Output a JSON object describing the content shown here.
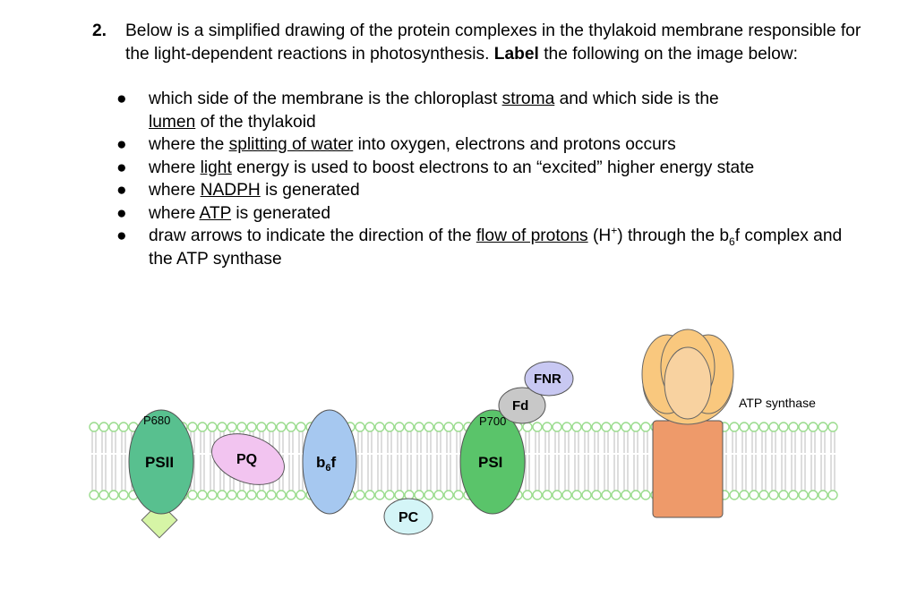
{
  "question": {
    "number": "2.",
    "intro_pre": "Below is a simplified drawing of the protein complexes in the thylakoid membrane responsible for the light-dependent reactions in photosynthesis.",
    "intro_bold": "Label",
    "intro_post": "the following on the image below:",
    "bullets": [
      {
        "pre": "which side of the membrane is the chloroplast ",
        "u1": "stroma",
        "mid": " and which side is the ",
        "u2": "lumen",
        "post": " of the thylakoid"
      },
      {
        "pre": "where the ",
        "u1": "splitting of water",
        "post": " into oxygen, electrons and protons occurs"
      },
      {
        "pre": "where ",
        "u1": "light",
        "post": " energy is used to boost electrons to an “excited” higher energy state"
      },
      {
        "pre": "where ",
        "u1": "NADPH",
        "post": " is generated"
      },
      {
        "pre": "where ",
        "u1": "ATP",
        "post": " is generated"
      },
      {
        "pre": "draw arrows to indicate the direction of the ",
        "u1": "flow of protons",
        "post_a": " (H",
        "sup": "+",
        "post_b": ") through the b",
        "sub": "6",
        "post_c": "f complex and the ATP synthase"
      }
    ]
  },
  "diagram": {
    "labels": {
      "p680": "P680",
      "psii": "PSII",
      "pq": "PQ",
      "b6f_b": "b",
      "b6f_sub": "6",
      "b6f_f": "f",
      "pc": "PC",
      "p700": "P700",
      "psi": "PSI",
      "fd": "Fd",
      "fnr": "FNR",
      "atp_synthase": "ATP synthase"
    },
    "colors": {
      "psii": "#58c08f",
      "pq": "#f2c4f0",
      "b6f": "#a6c8f0",
      "pc": "#d4f5f7",
      "psi": "#5ac46a",
      "fd": "#c8c8c8",
      "fnr": "#c8c8f2",
      "atp_stalk": "#ee9a6a",
      "atp_head": "#f9c87e",
      "atp_head_center": "#f8d2a0",
      "oec": "#d6f5a6",
      "lipid_head": "#9bdc8e",
      "lipid_tail": "#bbbbbb"
    }
  }
}
